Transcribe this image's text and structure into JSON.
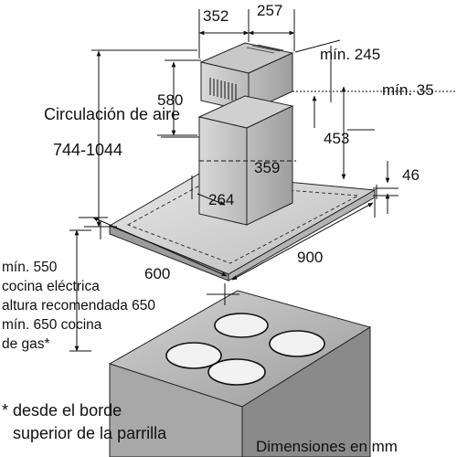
{
  "dimensions": {
    "duct_width": "352",
    "duct_depth": "257",
    "min_245": "mín. 245",
    "min_35": "mín. 35",
    "duct_height": "580",
    "duct_range": "453",
    "canopy_depth_inner": "359",
    "canopy_inner_width": "264",
    "canopy_thickness": "46",
    "width_600": "600",
    "width_900": "900"
  },
  "air_circulation": {
    "line1": "Circulación de aire",
    "line2": "744-1044"
  },
  "clearance_notes": [
    "mín. 550",
    "cocina eléctrica",
    "altura recomendada 650",
    "mín. 650 cocina",
    "de gas*"
  ],
  "footnote": {
    "line1": "* desde el borde",
    "line2": "superior de la parrilla"
  },
  "units_label": "Dimensiones en mm"
}
